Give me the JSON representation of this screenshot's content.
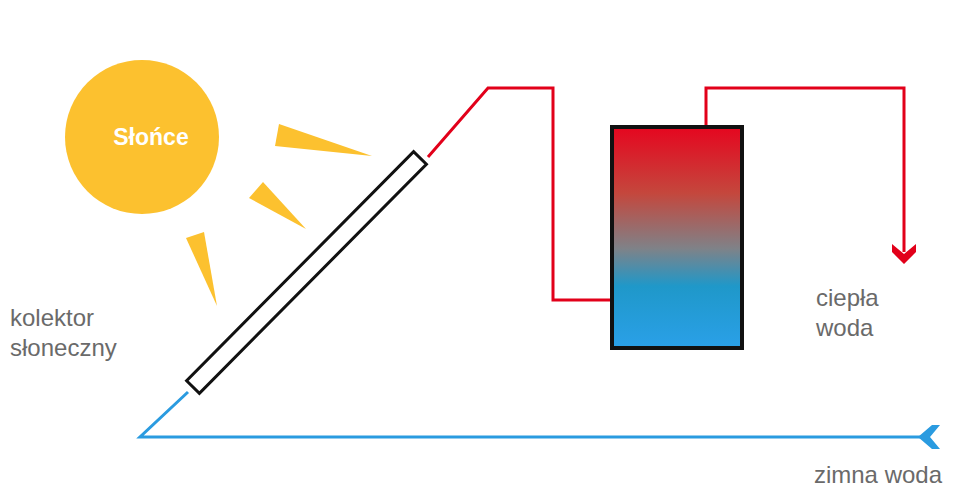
{
  "diagram": {
    "nodes": [
      {
        "text": [
          "Słońce"
        ]
      }
    ],
    "labels": [
      "kolektor słoneczny",
      "ciepła woda",
      "zimna woda"
    ]
  }
}
